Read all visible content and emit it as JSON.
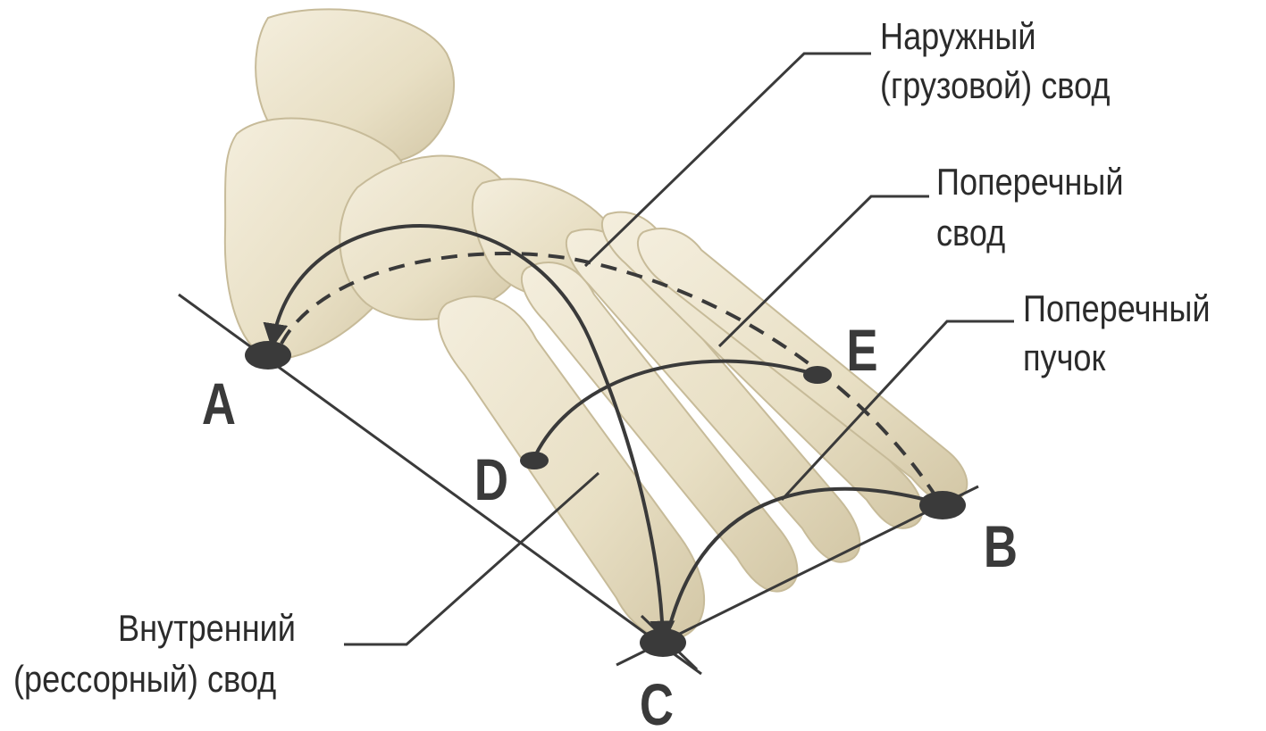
{
  "labels": {
    "outer_arch": [
      "Наружный",
      "(грузовой) свод"
    ],
    "transverse_arch": [
      "Поперечный",
      "свод"
    ],
    "transverse_bundle": [
      "Поперечный",
      "пучок"
    ],
    "inner_arch": [
      "Внутренний",
      "(рессорный) свод"
    ]
  },
  "points": [
    "A",
    "B",
    "C",
    "D",
    "E"
  ],
  "colors": {
    "bone": "#ebe3cc",
    "bone_shadow": "#cfc4a4",
    "line": "#3a3a3a",
    "text": "#2b2b2b",
    "background": "#ffffff"
  }
}
